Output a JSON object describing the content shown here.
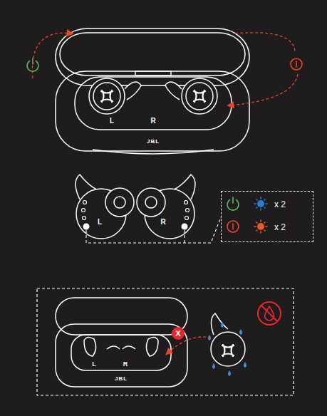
{
  "diagram": {
    "nodes": [
      {
        "text": [
          "x 2",
          "x 2"
        ]
      }
    ],
    "labels": [
      "L",
      "R",
      "JBL",
      "L",
      "R",
      "L",
      "R",
      "JBL",
      "X"
    ]
  }
}
